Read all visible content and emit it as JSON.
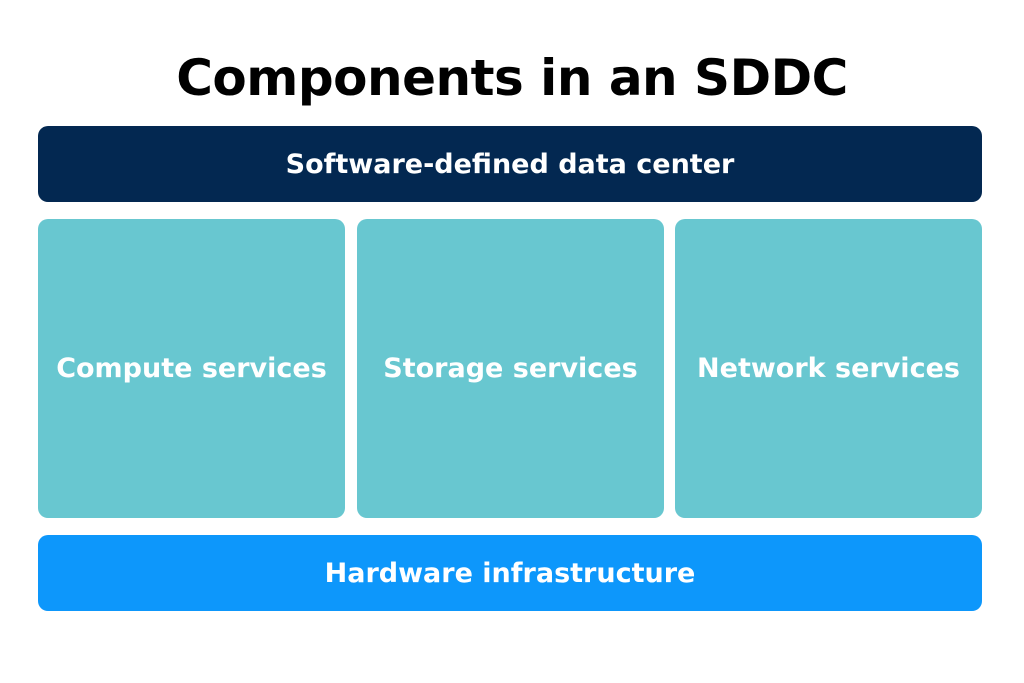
{
  "title": "Components in an SDDC",
  "layers": {
    "top": {
      "label": "Software-defined data center",
      "color": "#032851"
    },
    "services": [
      {
        "label": "Compute services",
        "color": "#68c7d0"
      },
      {
        "label": "Storage services",
        "color": "#68c7d0"
      },
      {
        "label": "Network services",
        "color": "#68c7d0"
      }
    ],
    "bottom": {
      "label": "Hardware infrastructure",
      "color": "#0d97fb"
    }
  }
}
